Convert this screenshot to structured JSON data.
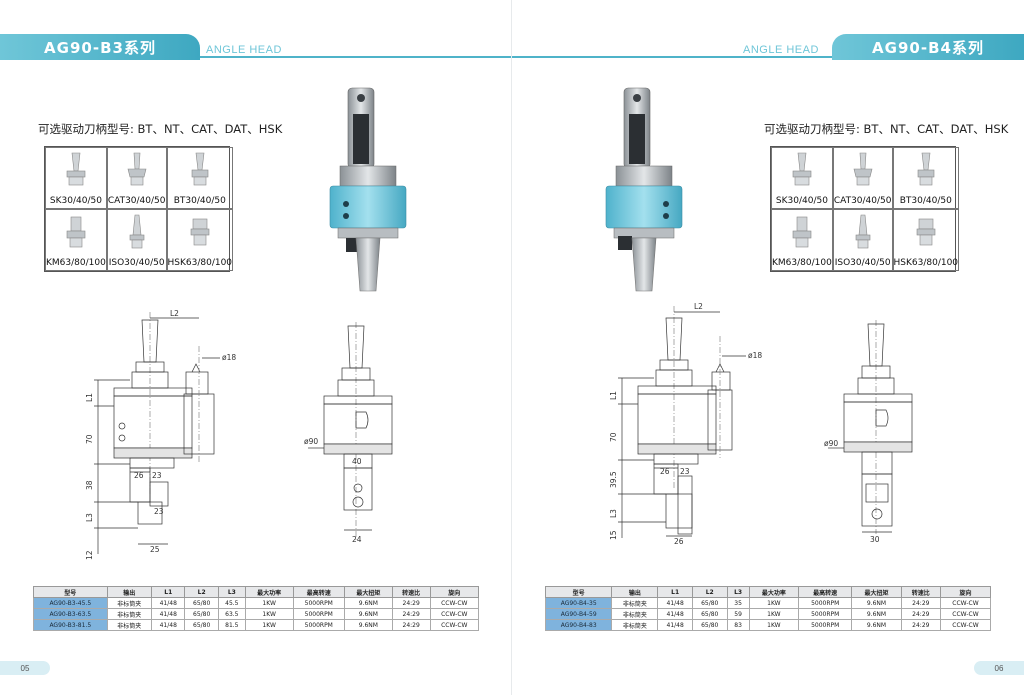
{
  "left": {
    "series": "AG90-B3系列",
    "angle_head": "ANGLE HEAD",
    "shank_title": "可选驱动刀柄型号: BT、NT、CAT、DAT、HSK",
    "shanks": [
      "SK30/40/50",
      "CAT30/40/50",
      "BT30/40/50",
      "KM63/80/100",
      "ISO30/40/50",
      "HSK63/80/100"
    ],
    "dims": {
      "L2": "L2",
      "d18": "ø18",
      "L1": "L1",
      "h70": "70",
      "h38": "38",
      "L3": "L3",
      "w26": "26",
      "w23": "23",
      "w23b": "23",
      "w25": "25",
      "h12": "12",
      "d90": "ø90",
      "w24": "24",
      "w40": "40"
    },
    "table": {
      "headers": [
        "型号",
        "输出",
        "L1",
        "L2",
        "L3",
        "最大功率",
        "最高转速",
        "最大扭矩",
        "转速比",
        "旋向"
      ],
      "rows": [
        [
          "AG90-B3-45.5",
          "非标筒夹",
          "41/48",
          "65/80",
          "45.5",
          "1KW",
          "5000RPM",
          "9.6NM",
          "24:29",
          "CCW-CW"
        ],
        [
          "AG90-B3-63.5",
          "非标筒夹",
          "41/48",
          "65/80",
          "63.5",
          "1KW",
          "5000RPM",
          "9.6NM",
          "24:29",
          "CCW-CW"
        ],
        [
          "AG90-B3-81.5",
          "非标筒夹",
          "41/48",
          "65/80",
          "81.5",
          "1KW",
          "5000RPM",
          "9.6NM",
          "24:29",
          "CCW-CW"
        ]
      ]
    },
    "page": "05"
  },
  "right": {
    "series": "AG90-B4系列",
    "angle_head": "ANGLE HEAD",
    "shank_title": "可选驱动刀柄型号: BT、NT、CAT、DAT、HSK",
    "shanks": [
      "SK30/40/50",
      "CAT30/40/50",
      "BT30/40/50",
      "KM63/80/100",
      "ISO30/40/50",
      "HSK63/80/100"
    ],
    "dims": {
      "L2": "L2",
      "d18": "ø18",
      "L1": "L1",
      "h70": "70",
      "h395": "39.5",
      "L3": "L3",
      "w26": "26",
      "w23": "23",
      "w26b": "26",
      "h15": "15",
      "d90": "ø90",
      "w30": "30"
    },
    "table": {
      "headers": [
        "型号",
        "输出",
        "L1",
        "L2",
        "L3",
        "最大功率",
        "最高转速",
        "最大扭矩",
        "转速比",
        "旋向"
      ],
      "rows": [
        [
          "AG90-B4-35",
          "非标筒夹",
          "41/48",
          "65/80",
          "35",
          "1KW",
          "5000RPM",
          "9.6NM",
          "24:29",
          "CCW-CW"
        ],
        [
          "AG90-B4-59",
          "非标筒夹",
          "41/48",
          "65/80",
          "59",
          "1KW",
          "5000RPM",
          "9.6NM",
          "24:29",
          "CCW-CW"
        ],
        [
          "AG90-B4-83",
          "非标筒夹",
          "41/48",
          "65/80",
          "83",
          "1KW",
          "5000RPM",
          "9.6NM",
          "24:29",
          "CCW-CW"
        ]
      ]
    },
    "page": "06"
  },
  "colors": {
    "accent": "#4fb3c9",
    "tab": "#3ea8c1",
    "model_cell": "#7fb3dd",
    "body_blue": "#7ccfe3"
  }
}
